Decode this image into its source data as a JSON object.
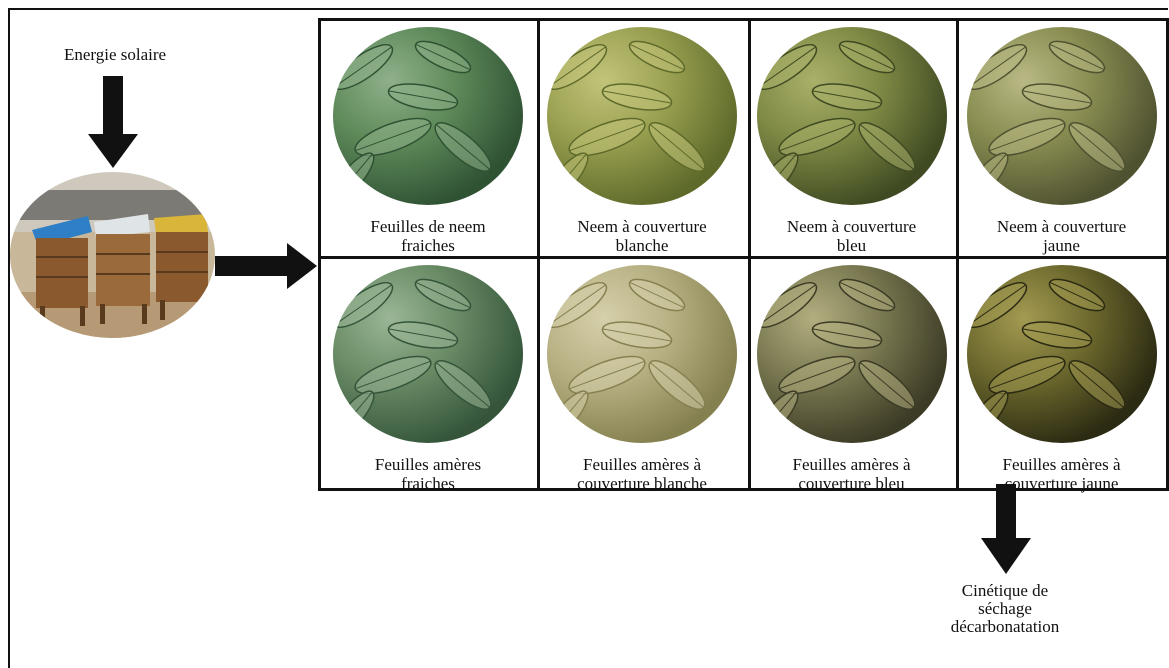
{
  "source_label": "Energie solaire",
  "dryers_icon": "solar-dryers-photo",
  "cells": [
    {
      "caption": "Feuilles de neem\nfraiches",
      "icon": "fresh-neem-leaves-photo",
      "tone": [
        "#5f8a5a",
        "#2f5233",
        "#8fb08a"
      ]
    },
    {
      "caption": "Neem à couverture\nblanche",
      "icon": "neem-white-cover-photo",
      "tone": [
        "#9aa051",
        "#5e6a2a",
        "#c2c47a"
      ]
    },
    {
      "caption": "Neem à couverture\nbleu",
      "icon": "neem-blue-cover-photo",
      "tone": [
        "#7f8a45",
        "#3f4a22",
        "#aab06a"
      ]
    },
    {
      "caption": "Neem à couverture\njaune",
      "icon": "neem-yellow-cover-photo",
      "tone": [
        "#8a8e52",
        "#4f5230",
        "#b9b985"
      ]
    },
    {
      "caption": "Feuilles amères\nfraiches",
      "icon": "fresh-bitter-leaves-photo",
      "tone": [
        "#6a8c66",
        "#34553a",
        "#9ab696"
      ]
    },
    {
      "caption": "Feuilles amères à\ncouverture blanche",
      "icon": "bitter-white-cover-photo",
      "tone": [
        "#b8b184",
        "#85804f",
        "#d6d0ab"
      ]
    },
    {
      "caption": "Feuilles amères à\ncouverture bleu",
      "icon": "bitter-blue-cover-photo",
      "tone": [
        "#7b7a52",
        "#3c3b25",
        "#b2ae80"
      ]
    },
    {
      "caption": "Feuilles amères à\ncouverture jaune",
      "icon": "bitter-yellow-cover-photo",
      "tone": [
        "#6e6a2e",
        "#2b2a12",
        "#a39a52"
      ]
    }
  ],
  "result_label": "Cinétique de\nséchage\ndécarbonatation",
  "colors": {
    "arrow": "#111111",
    "dryer_blue": "#2f7fc6",
    "dryer_yellow": "#d9b53a",
    "dryer_wood": "#8a5a2e"
  }
}
